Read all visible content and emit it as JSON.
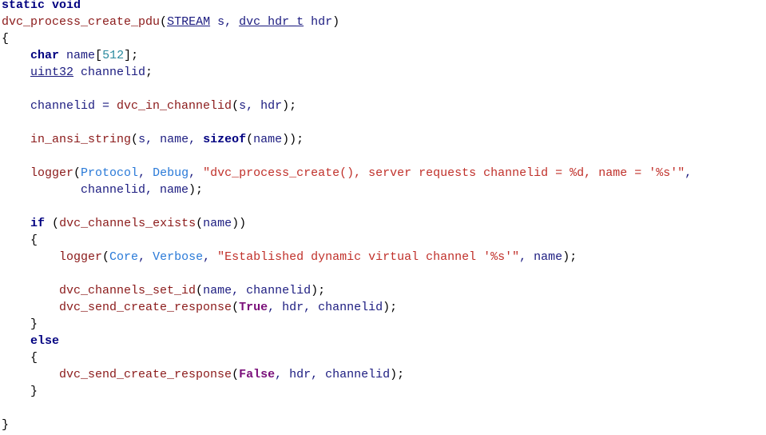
{
  "lines": [
    [
      [
        "kw",
        "static void"
      ]
    ],
    [
      [
        "fn",
        "dvc_process_create_pdu"
      ],
      [
        "p",
        "("
      ],
      [
        "ty",
        "STREAM"
      ],
      [
        "id",
        " s, "
      ],
      [
        "ty",
        "dvc_hdr_t"
      ],
      [
        "id",
        " hdr"
      ],
      [
        "p",
        ")"
      ]
    ],
    [
      [
        "p",
        "{"
      ]
    ],
    [
      [
        "id",
        "    "
      ],
      [
        "kw",
        "char"
      ],
      [
        "id",
        " name"
      ],
      [
        "p",
        "["
      ],
      [
        "num",
        "512"
      ],
      [
        "p",
        "];"
      ]
    ],
    [
      [
        "id",
        "    "
      ],
      [
        "ty",
        "uint32"
      ],
      [
        "id",
        " channelid"
      ],
      [
        "p",
        ";"
      ]
    ],
    [],
    [
      [
        "id",
        "    channelid = "
      ],
      [
        "fn",
        "dvc_in_channelid"
      ],
      [
        "p",
        "("
      ],
      [
        "id",
        "s, hdr"
      ],
      [
        "p",
        ");"
      ]
    ],
    [],
    [
      [
        "id",
        "    "
      ],
      [
        "fn",
        "in_ansi_string"
      ],
      [
        "p",
        "("
      ],
      [
        "id",
        "s, name, "
      ],
      [
        "kw",
        "sizeof"
      ],
      [
        "p",
        "("
      ],
      [
        "id",
        "name"
      ],
      [
        "p",
        "));"
      ]
    ],
    [],
    [
      [
        "id",
        "    "
      ],
      [
        "fn",
        "logger"
      ],
      [
        "p",
        "("
      ],
      [
        "en",
        "Protocol"
      ],
      [
        "id",
        ", "
      ],
      [
        "en",
        "Debug"
      ],
      [
        "id",
        ", "
      ],
      [
        "str",
        "\"dvc_process_create(), server requests channelid = %d, name = '%s'\""
      ],
      [
        "id",
        ","
      ]
    ],
    [
      [
        "id",
        "           channelid, name"
      ],
      [
        "p",
        ");"
      ]
    ],
    [],
    [
      [
        "id",
        "    "
      ],
      [
        "kw",
        "if"
      ],
      [
        "id",
        " "
      ],
      [
        "p",
        "("
      ],
      [
        "fn",
        "dvc_channels_exists"
      ],
      [
        "p",
        "("
      ],
      [
        "id",
        "name"
      ],
      [
        "p",
        "))"
      ]
    ],
    [
      [
        "id",
        "    "
      ],
      [
        "p",
        "{"
      ]
    ],
    [
      [
        "id",
        "        "
      ],
      [
        "fn",
        "logger"
      ],
      [
        "p",
        "("
      ],
      [
        "en",
        "Core"
      ],
      [
        "id",
        ", "
      ],
      [
        "en",
        "Verbose"
      ],
      [
        "id",
        ", "
      ],
      [
        "str",
        "\"Established dynamic virtual channel '%s'\""
      ],
      [
        "id",
        ", name"
      ],
      [
        "p",
        ");"
      ]
    ],
    [],
    [
      [
        "id",
        "        "
      ],
      [
        "fn",
        "dvc_channels_set_id"
      ],
      [
        "p",
        "("
      ],
      [
        "id",
        "name, channelid"
      ],
      [
        "p",
        ");"
      ]
    ],
    [
      [
        "id",
        "        "
      ],
      [
        "fn",
        "dvc_send_create_response"
      ],
      [
        "p",
        "("
      ],
      [
        "kw2",
        "True"
      ],
      [
        "id",
        ", hdr, channelid"
      ],
      [
        "p",
        ");"
      ]
    ],
    [
      [
        "id",
        "    "
      ],
      [
        "p",
        "}"
      ]
    ],
    [
      [
        "id",
        "    "
      ],
      [
        "kw",
        "else"
      ]
    ],
    [
      [
        "id",
        "    "
      ],
      [
        "p",
        "{"
      ]
    ],
    [
      [
        "id",
        "        "
      ],
      [
        "fn",
        "dvc_send_create_response"
      ],
      [
        "p",
        "("
      ],
      [
        "kw2",
        "False"
      ],
      [
        "id",
        ", hdr, channelid"
      ],
      [
        "p",
        ");"
      ]
    ],
    [
      [
        "id",
        "    "
      ],
      [
        "p",
        "}"
      ]
    ],
    [],
    [
      [
        "p",
        "}"
      ]
    ]
  ]
}
